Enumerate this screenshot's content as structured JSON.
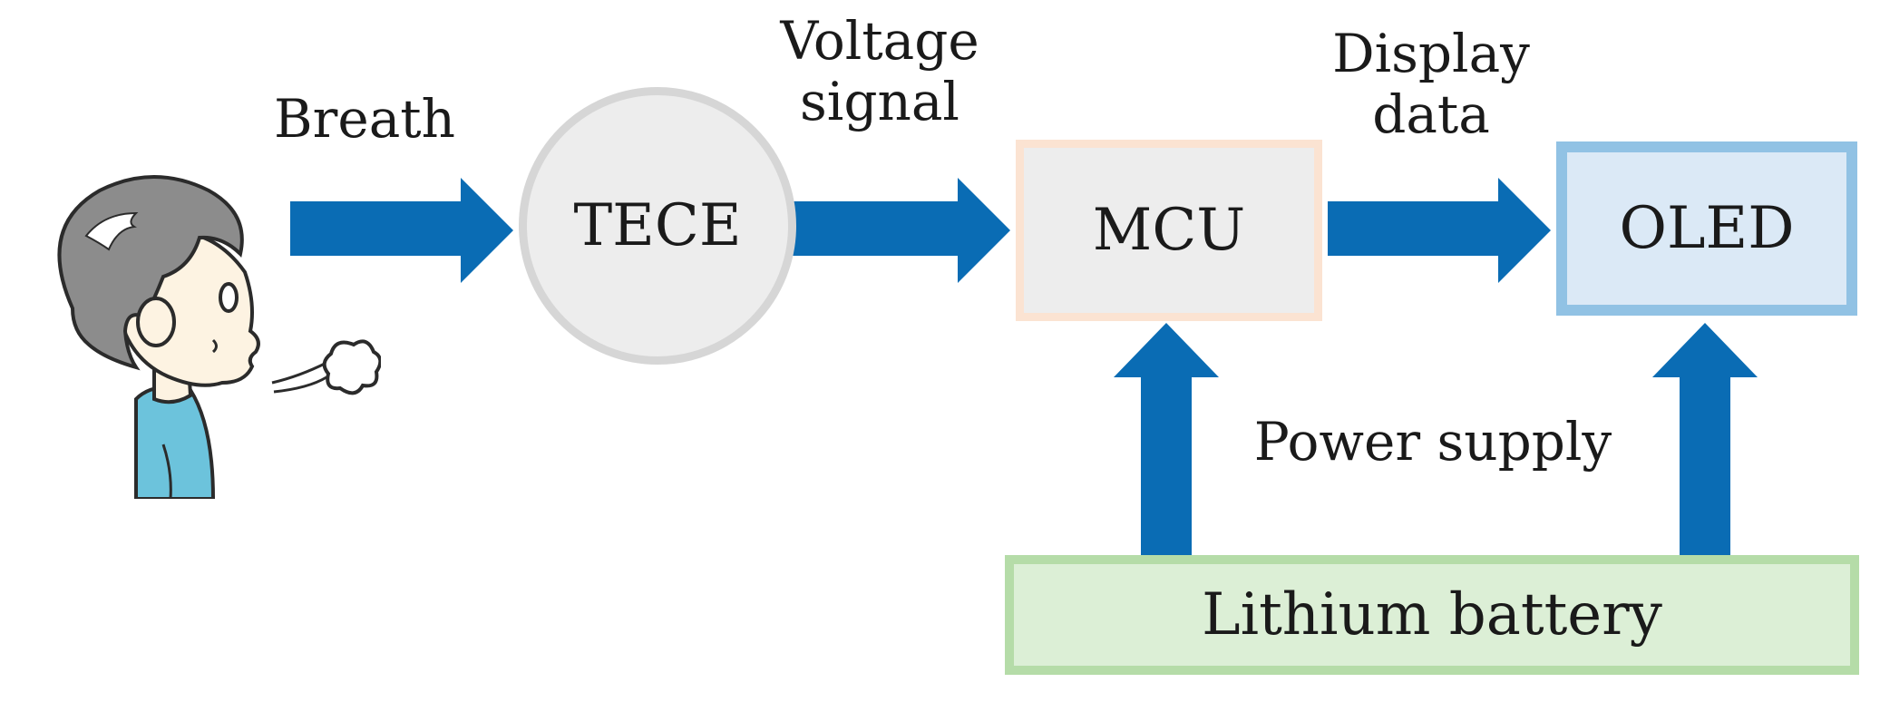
{
  "nodes": {
    "tece": "TECE",
    "mcu": "MCU",
    "oled": "OLED",
    "battery": "Lithium battery"
  },
  "edge_labels": {
    "breath": "Breath",
    "voltage_signal": "Voltage\nsignal",
    "display_data": "Display\ndata",
    "power_supply": "Power supply"
  },
  "colors": {
    "arrow": "#0a6cb4",
    "tece_fill": "#ededed",
    "tece_border": "#d6d6d6",
    "mcu_fill": "#ededed",
    "mcu_border": "#fbe3d2",
    "oled_fill": "#dbe9f6",
    "oled_border": "#91c2e4",
    "battery_fill": "#dcefd6",
    "battery_border": "#b5dca8",
    "hair": "#8c8c8c",
    "skin": "#fdf3e2",
    "shirt": "#6cc3dc"
  },
  "icons": {
    "person": "person-blowing-breath-icon"
  }
}
